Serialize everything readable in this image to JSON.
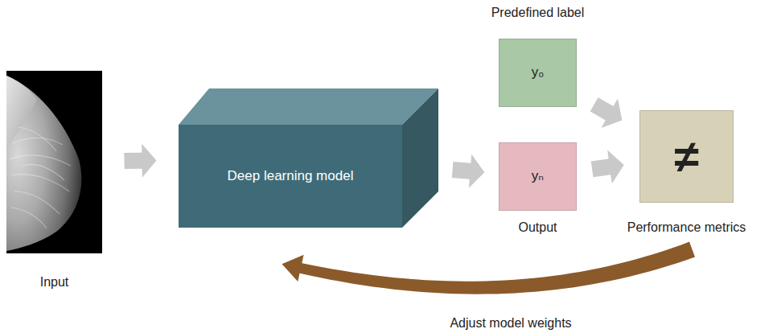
{
  "diagram": {
    "nodes": [
      {
        "text": [
          "Input"
        ]
      },
      {
        "text": [
          "Deep learning model"
        ]
      },
      {
        "text": [
          "Predefined label",
          "y₀"
        ]
      },
      {
        "text": [
          "yₙ",
          "Output"
        ]
      },
      {
        "text": [
          "≠",
          "Performance metrics"
        ]
      }
    ],
    "edges": [
      {
        "from": 0,
        "to": 1,
        "arrow": "to"
      },
      {
        "from": 1,
        "to": 3,
        "arrow": "to"
      },
      {
        "from": 2,
        "to": 4,
        "arrow": "to"
      },
      {
        "from": 3,
        "to": 4,
        "arrow": "to"
      },
      {
        "from": 4,
        "to": 1,
        "arrow": "to",
        "label": "Adjust model weights"
      }
    ]
  }
}
